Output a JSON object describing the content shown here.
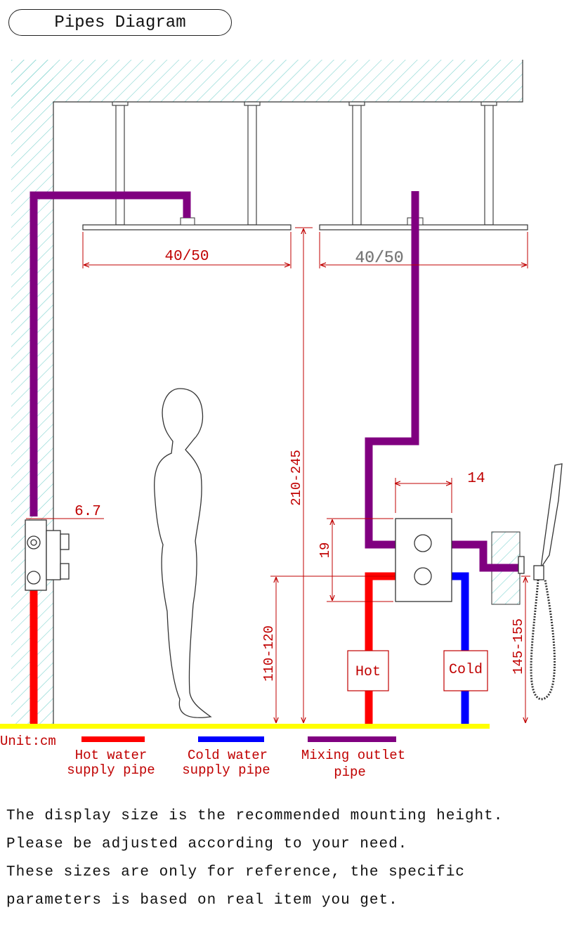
{
  "title": "Pipes Diagram",
  "dimensions": {
    "shower_head_left_width": "40/50",
    "shower_head_right_width": "40/50",
    "ceiling_height": "210-245",
    "valve_offset": "6.7",
    "valve_width": "14",
    "valve_spacing": "19",
    "valve_height": "110-120",
    "handheld_height": "145-155"
  },
  "labels": {
    "hot": "Hot",
    "cold": "Cold",
    "unit": "Unit:cm"
  },
  "legend": [
    {
      "label_line1": "Hot water",
      "label_line2": "supply pipe",
      "color": "#ff0000"
    },
    {
      "label_line1": "Cold water",
      "label_line2": "supply pipe",
      "color": "#0000ff"
    },
    {
      "label_line1": "Mixing outlet",
      "label_line2": "pipe",
      "color": "#800080"
    }
  ],
  "colors": {
    "hot_pipe": "#ff0000",
    "cold_pipe": "#0000ff",
    "mix_pipe": "#800080",
    "dimension": "#c00000",
    "floor": "#ffff00",
    "wall_hatch": "#7fd3cf"
  },
  "notes": [
    "The display size is the recommended mounting height.",
    "Please be adjusted according to your need.",
    "These sizes are only for reference, the specific",
    "parameters is based on real item you get."
  ]
}
